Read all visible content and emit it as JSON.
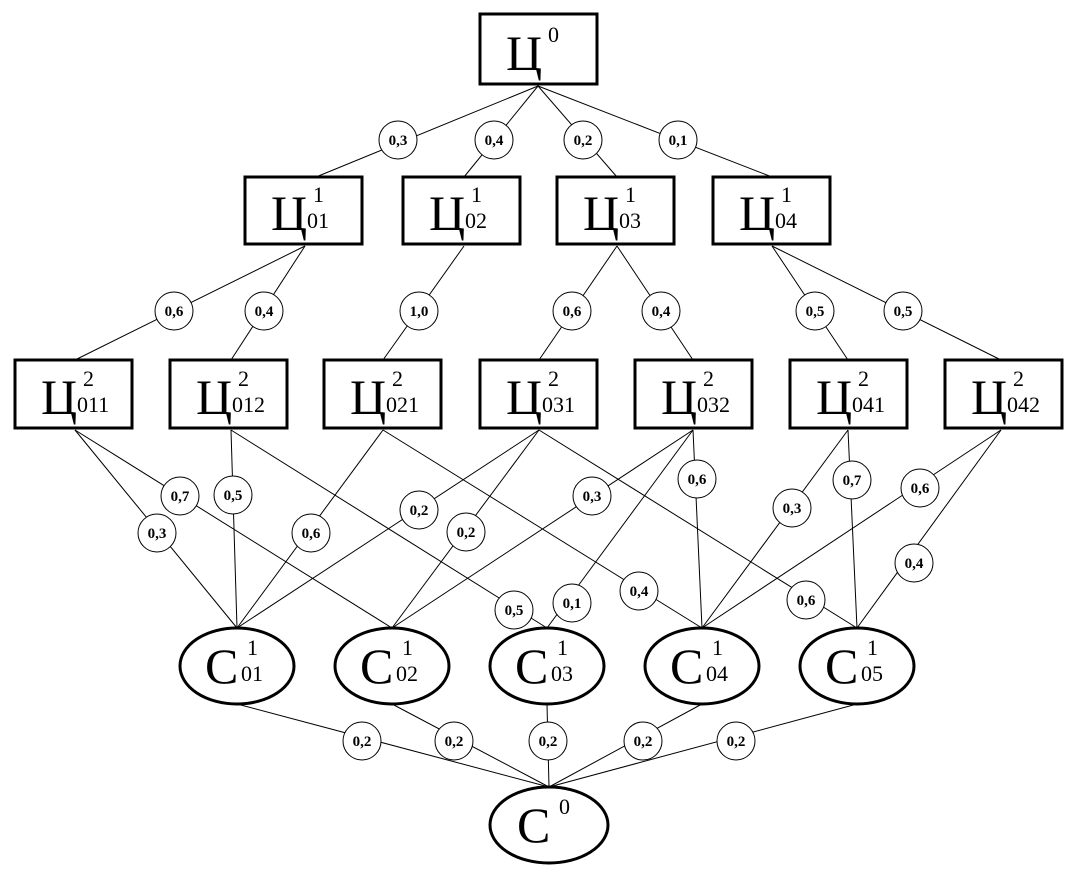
{
  "nodes": [
    {
      "id": "C0",
      "shape": "rect",
      "letter": "Ц",
      "sup": "0",
      "sub": ""
    },
    {
      "id": "C01",
      "shape": "rect",
      "letter": "Ц",
      "sup": "1",
      "sub": "01"
    },
    {
      "id": "C02",
      "shape": "rect",
      "letter": "Ц",
      "sup": "1",
      "sub": "02"
    },
    {
      "id": "C03",
      "shape": "rect",
      "letter": "Ц",
      "sup": "1",
      "sub": "03"
    },
    {
      "id": "C04",
      "shape": "rect",
      "letter": "Ц",
      "sup": "1",
      "sub": "04"
    },
    {
      "id": "C011",
      "shape": "rect",
      "letter": "Ц",
      "sup": "2",
      "sub": "011"
    },
    {
      "id": "C012",
      "shape": "rect",
      "letter": "Ц",
      "sup": "2",
      "sub": "012"
    },
    {
      "id": "C021",
      "shape": "rect",
      "letter": "Ц",
      "sup": "2",
      "sub": "021"
    },
    {
      "id": "C031",
      "shape": "rect",
      "letter": "Ц",
      "sup": "2",
      "sub": "031"
    },
    {
      "id": "C032",
      "shape": "rect",
      "letter": "Ц",
      "sup": "2",
      "sub": "032"
    },
    {
      "id": "C041",
      "shape": "rect",
      "letter": "Ц",
      "sup": "2",
      "sub": "041"
    },
    {
      "id": "C042",
      "shape": "rect",
      "letter": "Ц",
      "sup": "2",
      "sub": "042"
    },
    {
      "id": "S01",
      "shape": "ellipse",
      "letter": "С",
      "sup": "1",
      "sub": "01"
    },
    {
      "id": "S02",
      "shape": "ellipse",
      "letter": "С",
      "sup": "1",
      "sub": "02"
    },
    {
      "id": "S03",
      "shape": "ellipse",
      "letter": "С",
      "sup": "1",
      "sub": "03"
    },
    {
      "id": "S04",
      "shape": "ellipse",
      "letter": "С",
      "sup": "1",
      "sub": "04"
    },
    {
      "id": "S05",
      "shape": "ellipse",
      "letter": "С",
      "sup": "1",
      "sub": "05"
    },
    {
      "id": "S0",
      "shape": "ellipse",
      "letter": "С",
      "sup": "0",
      "sub": ""
    }
  ],
  "edges": [
    {
      "from": "C0",
      "to": "C01",
      "weight": "0,3"
    },
    {
      "from": "C0",
      "to": "C02",
      "weight": "0,4"
    },
    {
      "from": "C0",
      "to": "C03",
      "weight": "0,2"
    },
    {
      "from": "C0",
      "to": "C04",
      "weight": "0,1"
    },
    {
      "from": "C01",
      "to": "C011",
      "weight": "0,6"
    },
    {
      "from": "C01",
      "to": "C012",
      "weight": "0,4"
    },
    {
      "from": "C02",
      "to": "C021",
      "weight": "1,0"
    },
    {
      "from": "C03",
      "to": "C031",
      "weight": "0,6"
    },
    {
      "from": "C03",
      "to": "C032",
      "weight": "0,4"
    },
    {
      "from": "C04",
      "to": "C041",
      "weight": "0,5"
    },
    {
      "from": "C04",
      "to": "C042",
      "weight": "0,5"
    },
    {
      "from": "C011",
      "to": "S01",
      "weight": "0,3"
    },
    {
      "from": "C011",
      "to": "S02",
      "weight": "0,7"
    },
    {
      "from": "C012",
      "to": "S01",
      "weight": "0,5"
    },
    {
      "from": "C012",
      "to": "S03",
      "weight": "0,5"
    },
    {
      "from": "C021",
      "to": "S01",
      "weight": "0,6"
    },
    {
      "from": "C021",
      "to": "S04",
      "weight": "0,4"
    },
    {
      "from": "C031",
      "to": "S01",
      "weight": "0,2"
    },
    {
      "from": "C031",
      "to": "S02",
      "weight": "0,2"
    },
    {
      "from": "C031",
      "to": "S05",
      "weight": "0,6"
    },
    {
      "from": "C032",
      "to": "S02",
      "weight": "0,3"
    },
    {
      "from": "C032",
      "to": "S03",
      "weight": "0,1"
    },
    {
      "from": "C032",
      "to": "S04",
      "weight": "0,6"
    },
    {
      "from": "C041",
      "to": "S04",
      "weight": "0,3"
    },
    {
      "from": "C041",
      "to": "S05",
      "weight": "0,7"
    },
    {
      "from": "C042",
      "to": "S04",
      "weight": "0,6"
    },
    {
      "from": "C042",
      "to": "S05",
      "weight": "0,4"
    },
    {
      "from": "S01",
      "to": "S0",
      "weight": "0,2"
    },
    {
      "from": "S02",
      "to": "S0",
      "weight": "0,2"
    },
    {
      "from": "S03",
      "to": "S0",
      "weight": "0,2"
    },
    {
      "from": "S04",
      "to": "S0",
      "weight": "0,2"
    },
    {
      "from": "S05",
      "to": "S0",
      "weight": "0,2"
    }
  ]
}
